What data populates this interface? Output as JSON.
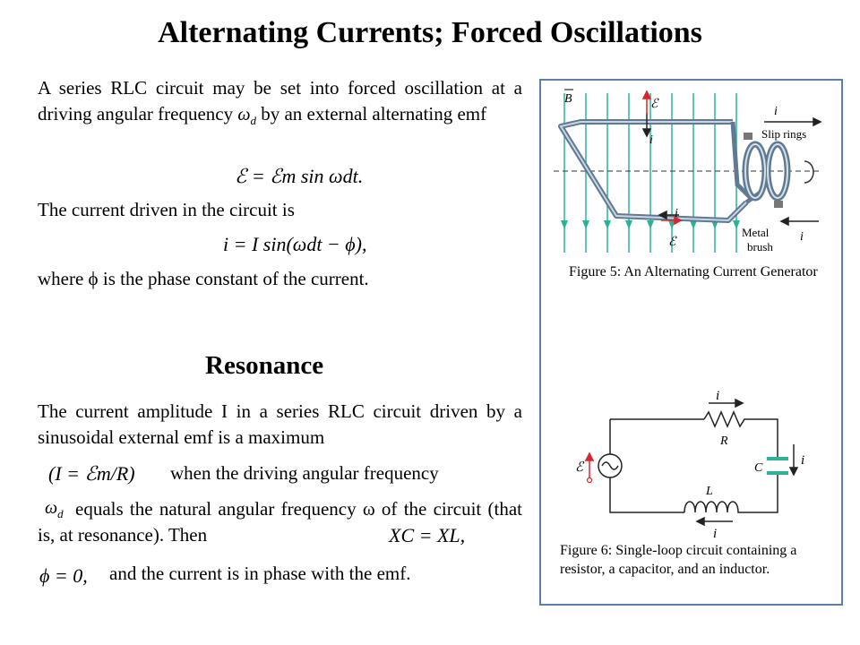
{
  "title": "Alternating Currents; Forced Oscillations",
  "intro": {
    "p1_line1": "A series RLC circuit may be set into forced oscillation at a driving angular frequency",
    "p1_line2": "by an external alternating emf",
    "omega_d": "ω",
    "sub_d": "d",
    "eq1": "ℰ = ℰm sin ωdt.",
    "p2": "The current driven in the circuit is",
    "eq2": "i = I sin(ωdt − ϕ),",
    "p3": "where ϕ is the phase constant of the current."
  },
  "resonance": {
    "heading": "Resonance",
    "p1": "The current amplitude I in a series RLC circuit driven by a sinusoidal external emf is a maximum",
    "eq_max": "(I = ℰm/R)",
    "p2": "when the driving angular frequency",
    "p3": "equals the natural angular frequency ω of the circuit (that is, at  resonance). Then",
    "eq_x": "XC = XL,",
    "eq_phi": "ϕ = 0,",
    "p4": "and the current is in phase with the emf."
  },
  "figure5": {
    "caption": "Figure 5: An Alternating Current Generator",
    "label_B": "B",
    "label_emf": "ℰ",
    "label_i": "i",
    "label_slip": "Slip rings",
    "label_brush1": "Metal",
    "label_brush2": "brush"
  },
  "figure6": {
    "caption": "Figure 6: Single-loop circuit containing a resistor, a capacitor, and an inductor.",
    "label_i": "i",
    "label_R": "R",
    "label_C": "C",
    "label_L": "L",
    "label_emf": "ℰ"
  },
  "colors": {
    "frame": "#5b7fa6",
    "field_lines": "#2bb39a",
    "arrow_red": "#d9252b",
    "coil": "#5f7a92"
  }
}
